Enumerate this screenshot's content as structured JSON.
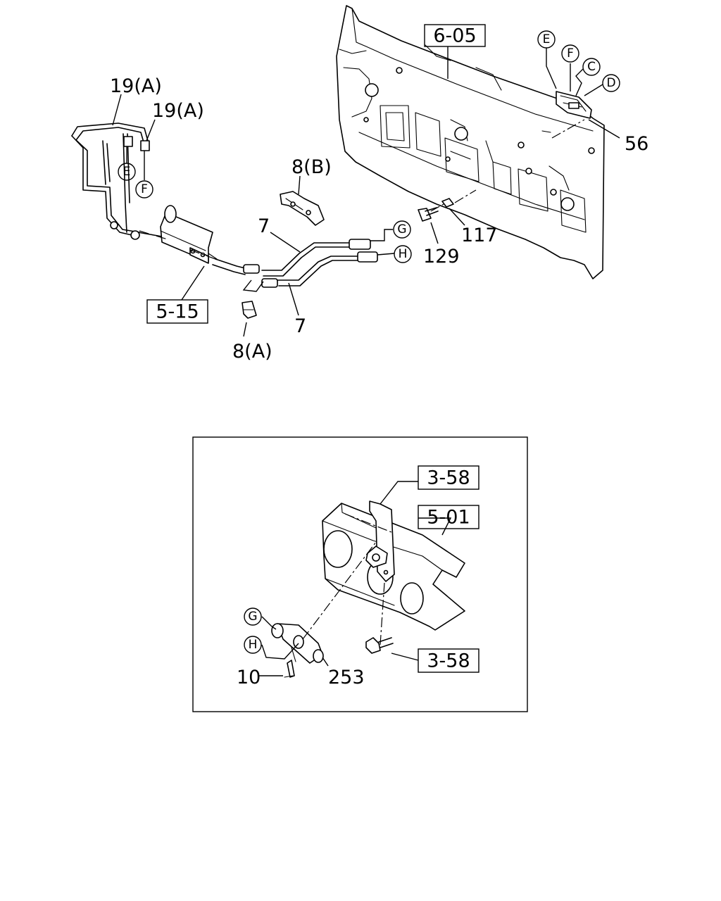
{
  "diagram": {
    "upper_callouts": {
      "ref_6_05": "6-05",
      "ref_5_15": "5-15",
      "p19a_1": "19(A)",
      "p19a_2": "19(A)",
      "p8b": "8(B)",
      "p8a": "8(A)",
      "p7_top": "7",
      "p7_bottom": "7",
      "p56": "56",
      "p117": "117",
      "p129": "129"
    },
    "connector_markers": {
      "e_top": "E",
      "f_top": "F",
      "c_top": "C",
      "d_top": "D",
      "e_left": "E",
      "f_left": "F",
      "g_upper": "G",
      "h_upper": "H",
      "g_lower": "G",
      "h_lower": "H"
    },
    "inset_callouts": {
      "ref_3_58_top": "3-58",
      "ref_5_01": "5-01",
      "ref_3_58_bottom": "3-58",
      "p10": "10",
      "p253": "253"
    }
  }
}
